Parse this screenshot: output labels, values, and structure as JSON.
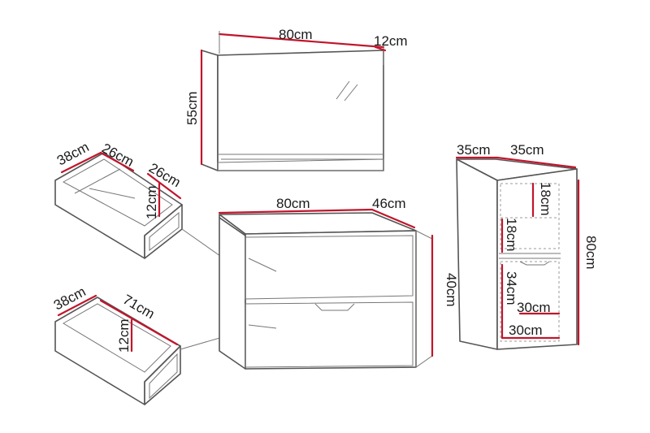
{
  "components": {
    "mirror": {
      "width": "80cm",
      "depth": "12cm",
      "height": "55cm"
    },
    "small_drawer": {
      "depth": "38cm",
      "width": "26cm",
      "side_width": "26cm",
      "height": "12cm"
    },
    "large_drawer": {
      "depth": "38cm",
      "width": "71cm",
      "height": "12cm"
    },
    "vanity": {
      "width": "80cm",
      "depth": "46cm",
      "height": "40cm"
    },
    "tall_cabinet": {
      "width": "35cm",
      "depth": "35cm",
      "height": "80cm",
      "shelf_upper": "18cm",
      "shelf_middle": "18cm",
      "shelf_lower": "34cm",
      "inner_width_upper": "30cm",
      "inner_width_lower": "30cm"
    }
  },
  "colors": {
    "dimension_line": "#c0162c",
    "outline": "#555555",
    "text": "#1a1a1a"
  }
}
